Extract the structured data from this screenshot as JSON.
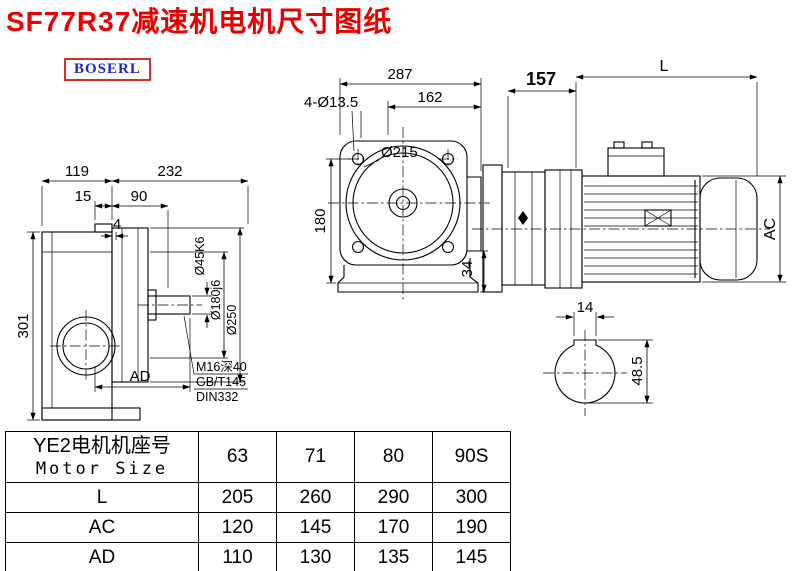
{
  "page": {
    "title": "SF77R37减速机电机尺寸图纸",
    "brand": "BOSERL"
  },
  "dims": {
    "front_width": "287",
    "front_inner_width": "162",
    "bolt_holes": "4-Ø13.5",
    "flange_dia": "Ø215",
    "front_height": "180",
    "foot_offset": "34",
    "adapter_len": "157",
    "motor_len": "L",
    "motor_dia": "AC",
    "left_a": "119",
    "left_b": "232",
    "left_c": "15",
    "left_d": "90",
    "left_e": "4",
    "left_height": "301",
    "left_ad": "AD",
    "shaft_dia": "Ø45K6",
    "spigot_dia": "Ø180j6",
    "out_flange_dia": "Ø250",
    "tap_note1": "M16深40",
    "tap_note2": "GB/T145",
    "tap_note3": "DIN332",
    "key_width": "14",
    "key_height": "48.5"
  },
  "table": {
    "col0_line1": "YE2电机机座号",
    "col0_line2": "Motor Size",
    "sizes": [
      "63",
      "71",
      "80",
      "90S"
    ],
    "rows": [
      {
        "label": "L",
        "values": [
          "205",
          "260",
          "290",
          "300"
        ]
      },
      {
        "label": "AC",
        "values": [
          "120",
          "145",
          "170",
          "190"
        ]
      },
      {
        "label": "AD",
        "values": [
          "110",
          "130",
          "135",
          "145"
        ]
      }
    ]
  }
}
